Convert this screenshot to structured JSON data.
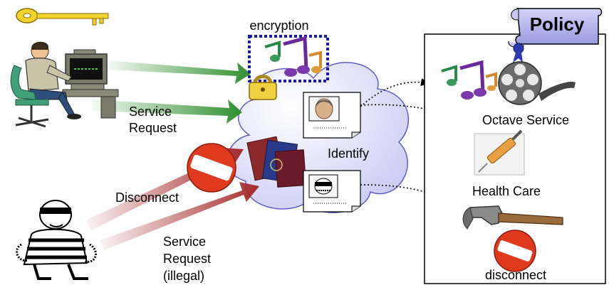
{
  "labels": {
    "encryption": "encryption",
    "policy": "Policy",
    "service_request": [
      "Service",
      "Request"
    ],
    "identify": "Identify",
    "disconnect_left": "Disconnect",
    "service_request_illegal": [
      "Service",
      "Request",
      "(illegal)"
    ],
    "octave_service": "Octave Service",
    "health_care": "Health Care",
    "disconnect_right": "disconnect"
  },
  "colors": {
    "cloud_fill": "#dcdcf8",
    "cloud_stroke": "#5f5fc8",
    "green_arrow": "#3a9b3a",
    "red_arrow": "#b03030",
    "encryption_box": "#1a1aa8",
    "policy_scroll": "#b8b8ee",
    "no_sign": "#d43018"
  },
  "icons": [
    "key-icon",
    "computer-user-icon",
    "music-notes-icon",
    "padlock-icon",
    "film-reel-icon",
    "syringe-icon",
    "hammer-icon",
    "no-entry-icon",
    "passport-icon",
    "face-id-card-icon",
    "masked-face-id-card-icon",
    "thief-icon",
    "policy-scroll-icon"
  ]
}
